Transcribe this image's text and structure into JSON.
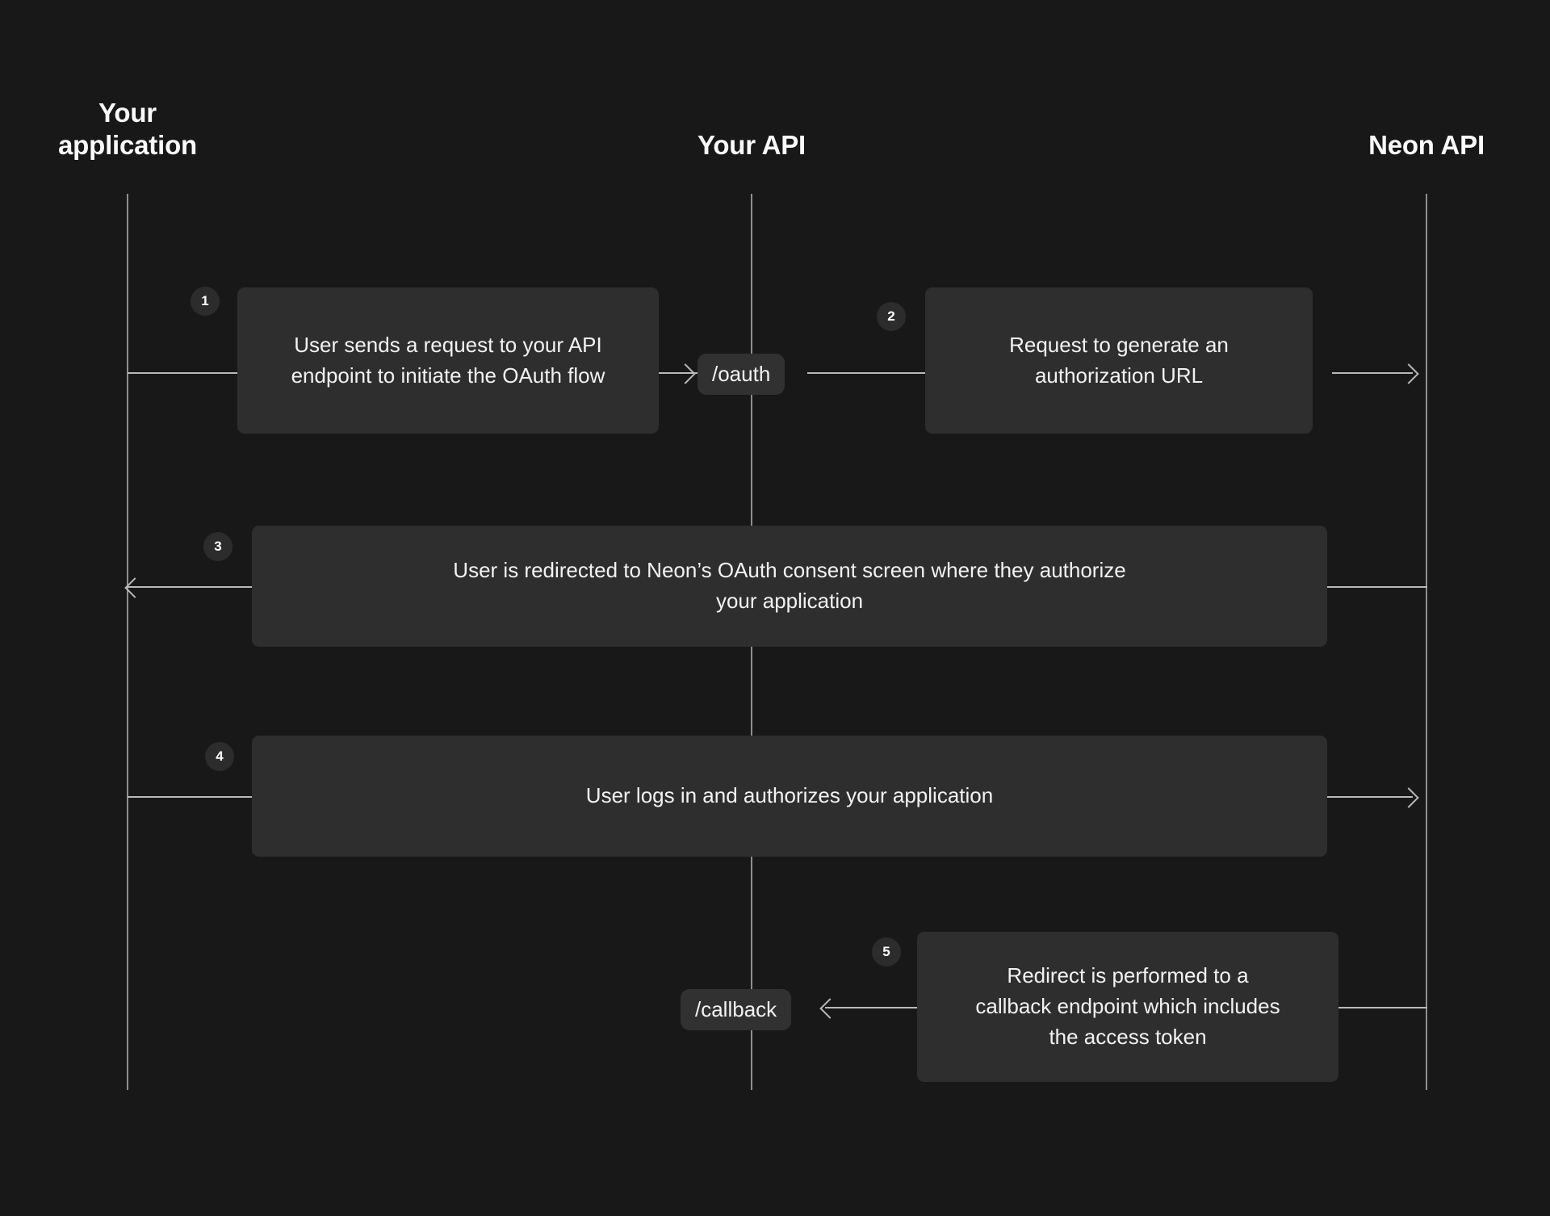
{
  "meta": {
    "title": "Neon OAuth flow sequence diagram",
    "background_color": "#181818",
    "box_color": "#2e2e2e",
    "line_color": "#b9b9b9",
    "text_color": "#f2f2f2"
  },
  "lanes": [
    {
      "id": "your-application",
      "label": "Your\napplication"
    },
    {
      "id": "your-api",
      "label": "Your API"
    },
    {
      "id": "neon-api",
      "label": "Neon API"
    }
  ],
  "steps": [
    {
      "number": "1",
      "text": "User sends a request to your API endpoint to initiate the OAuth flow",
      "from": "your-application",
      "to": "your-api"
    },
    {
      "number": "2",
      "text": "Request to generate an authorization URL",
      "from": "your-api",
      "to": "neon-api"
    },
    {
      "number": "3",
      "text": "User is redirected to Neon’s OAuth consent screen where they authorize your application",
      "from": "neon-api",
      "to": "your-application"
    },
    {
      "number": "4",
      "text": "User logs in and authorizes your application",
      "from": "your-application",
      "to": "neon-api"
    },
    {
      "number": "5",
      "text": "Redirect is performed to a callback endpoint which includes the access token",
      "from": "neon-api",
      "to": "your-api"
    }
  ],
  "endpoints": [
    {
      "id": "oauth-endpoint",
      "label": "/oauth"
    },
    {
      "id": "callback-endpoint",
      "label": "/callback"
    }
  ]
}
